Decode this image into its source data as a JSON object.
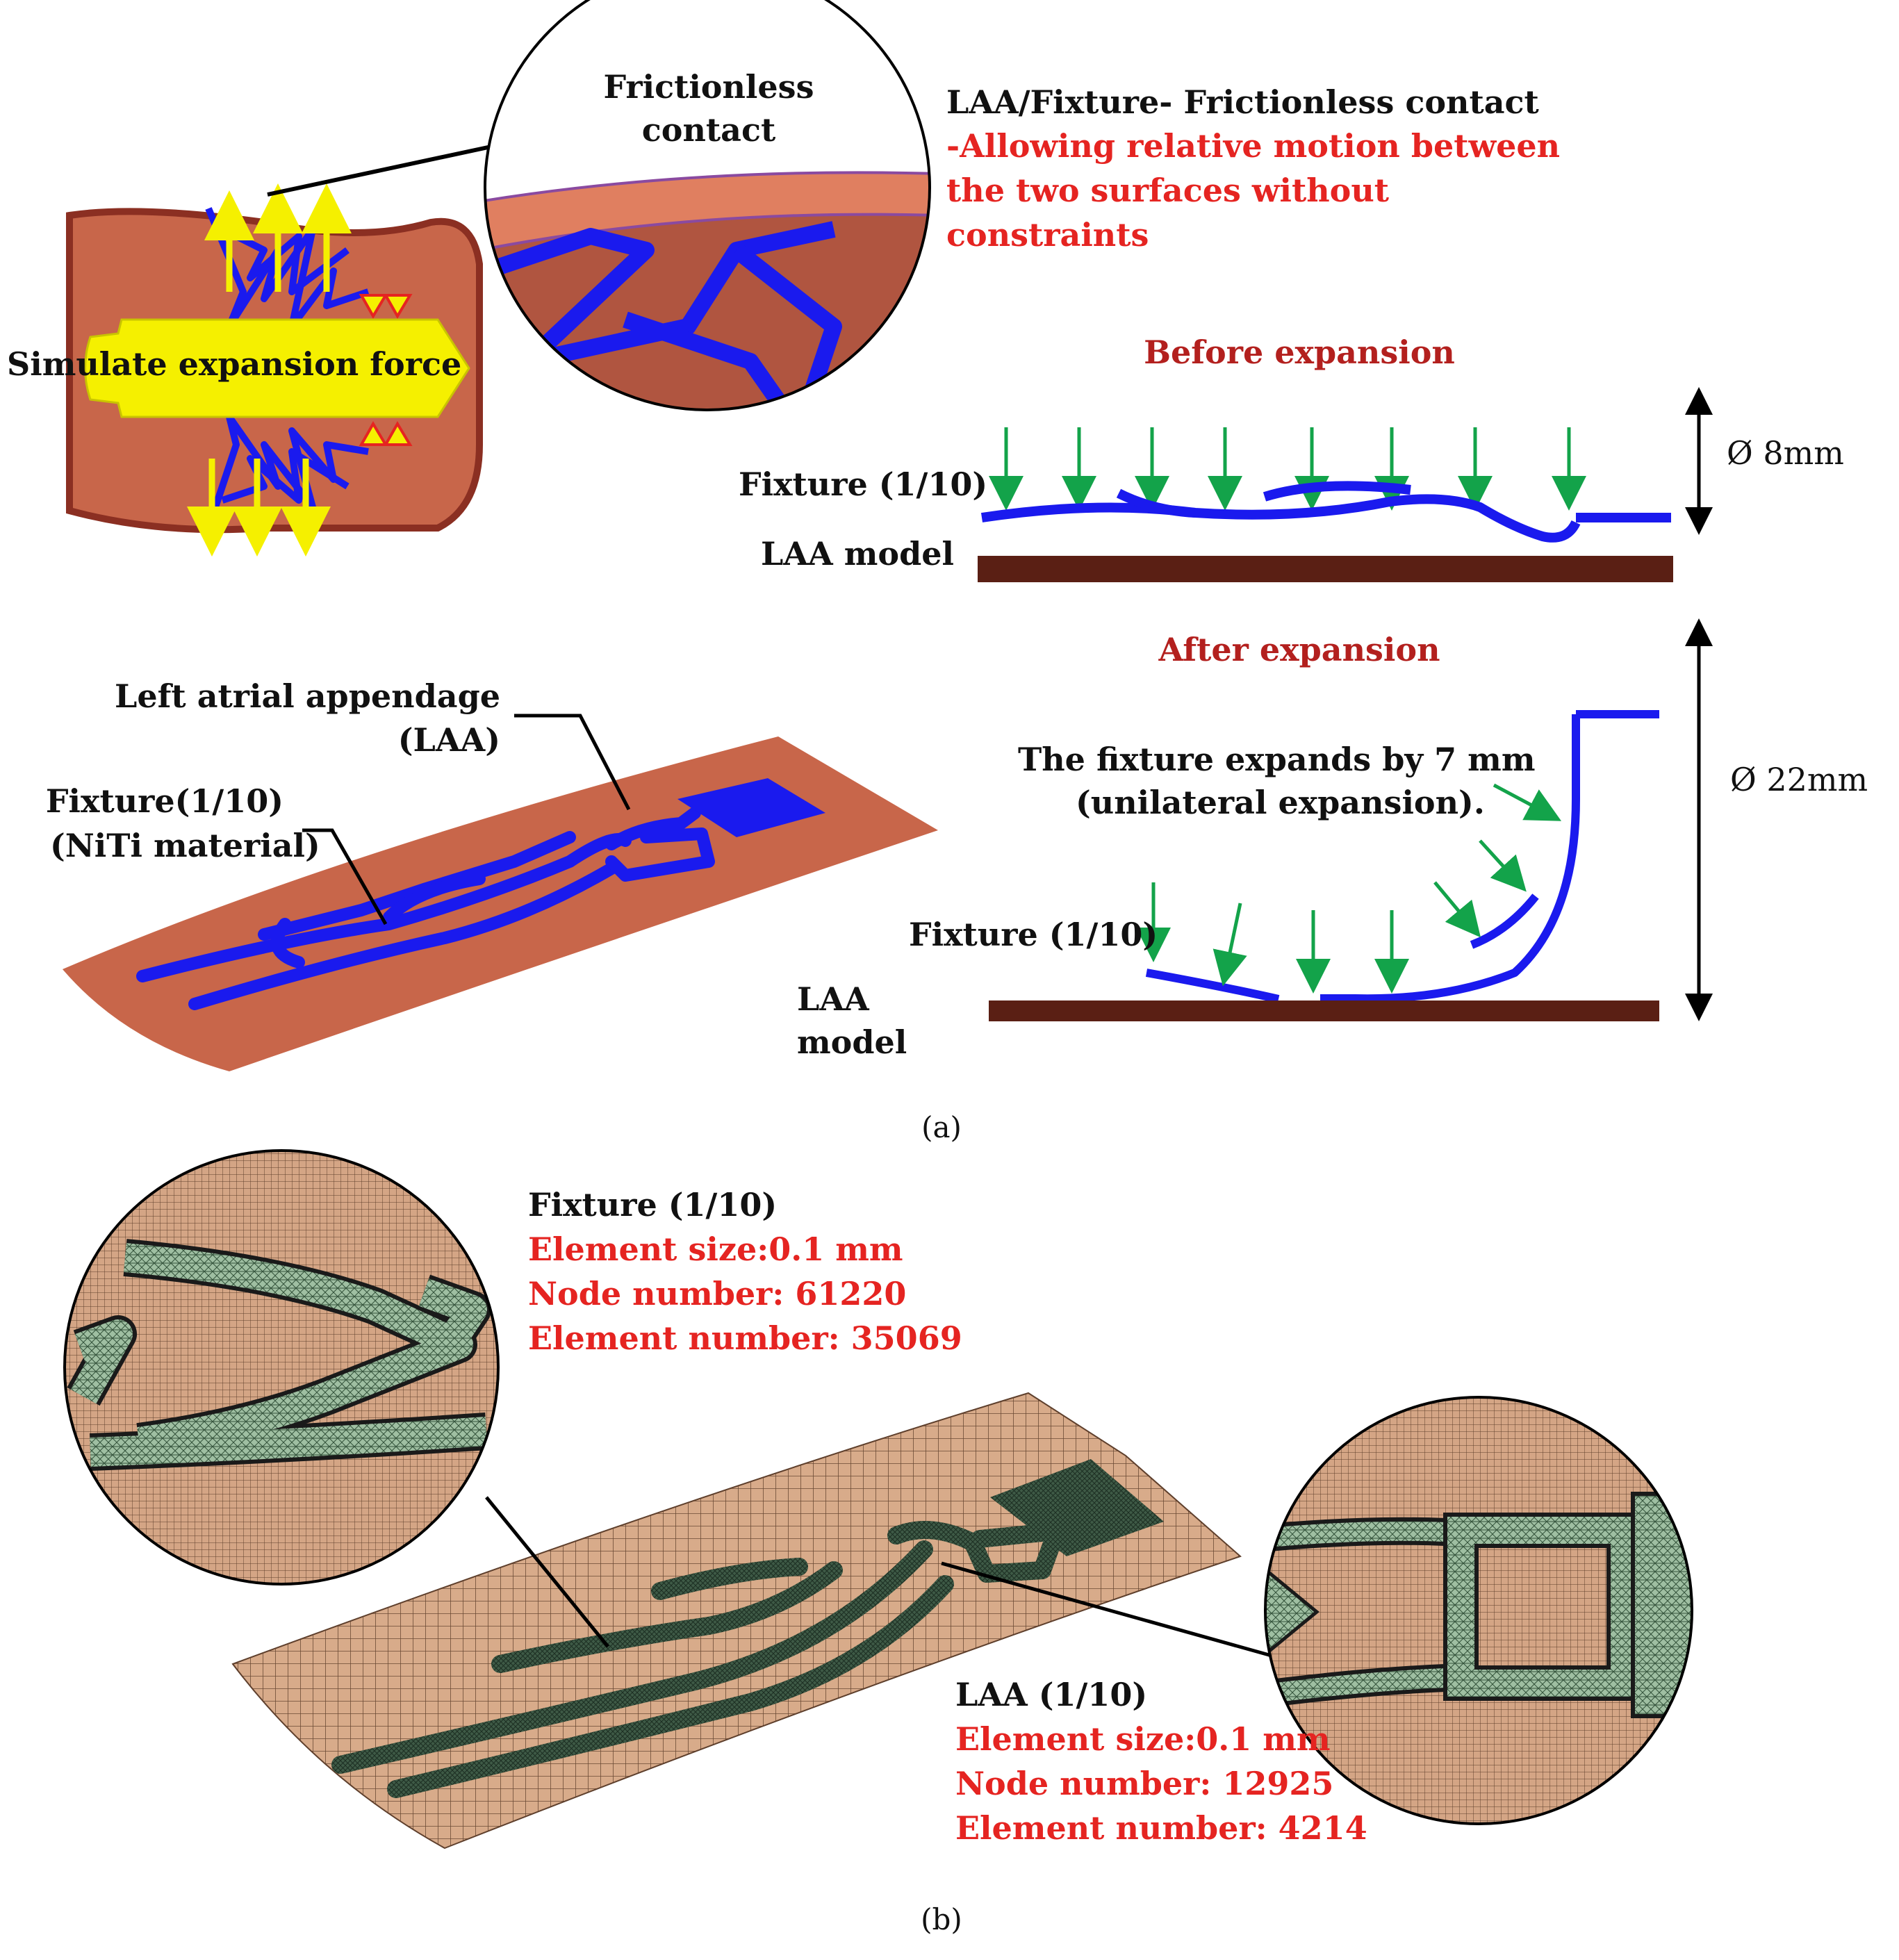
{
  "colors": {
    "tissue": "#c8664a",
    "tissue_edge": "#8b2f22",
    "fixture": "#1a1aee",
    "arrow_green": "#13a34a",
    "arrow_yellow": "#f5f000",
    "laa_bar": "#5a1f14",
    "mesh_tan": "#d8ab8a",
    "mesh_green": "#9fbfa2",
    "label_red": "#e52421",
    "heading_red": "#b3201e"
  },
  "panel_a": {
    "contact_bubble": {
      "line1": "Frictionless",
      "line2": "contact"
    },
    "contact_heading": "LAA/Fixture- Frictionless contact",
    "contact_desc": [
      "-Allowing relative motion between",
      "the two surfaces without",
      "constraints"
    ],
    "force_label": "Simulate expansion force",
    "before": {
      "heading": "Before expansion",
      "fixture_label": "Fixture (1/10)",
      "laa_label": "LAA model",
      "diameter": "Ø 8mm"
    },
    "after": {
      "heading": "After expansion",
      "expansion_note": [
        "The fixture expands by 7 mm",
        "(unilateral expansion)."
      ],
      "fixture_label": "Fixture (1/10)",
      "laa_label": [
        "LAA",
        "model"
      ],
      "diameter": "Ø 22mm"
    },
    "model_labels": {
      "laa": [
        "Left atrial appendage",
        "(LAA)"
      ],
      "fixture": [
        "Fixture(1/10)",
        "(NiTi material)"
      ]
    },
    "caption": "(a)"
  },
  "panel_b": {
    "fixture_mesh": {
      "title": "Fixture (1/10)",
      "element_size": "Element size:0.1 mm",
      "node_number": "Node number: 61220",
      "element_number": "Element number: 35069"
    },
    "laa_mesh": {
      "title": "LAA (1/10)",
      "element_size": "Element size:0.1 mm",
      "node_number": "Node number: 12925",
      "element_number": "Element number: 4214"
    },
    "caption": "(b)"
  }
}
